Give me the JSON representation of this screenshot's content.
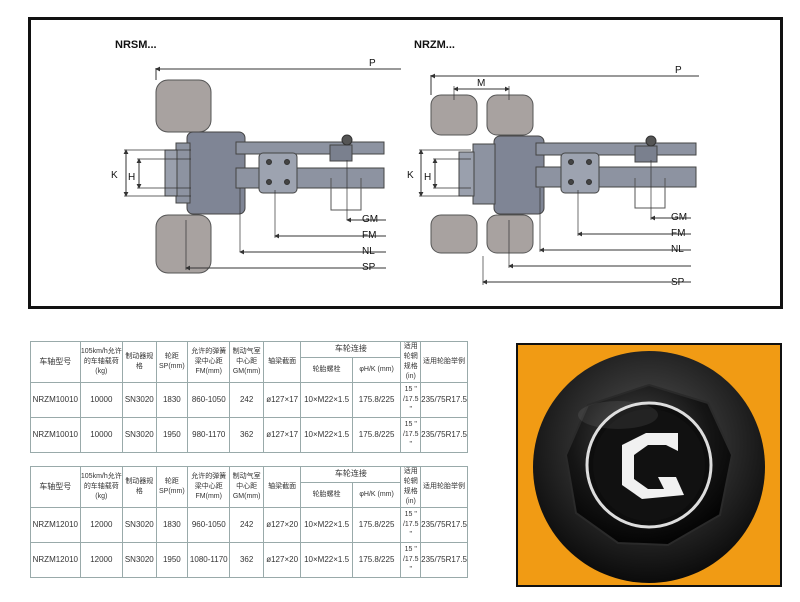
{
  "diagram": {
    "left_title": "NRSM...",
    "right_title": "NRZM...",
    "dims": {
      "P": "P",
      "M": "M",
      "K": "K",
      "H": "H",
      "GM": "GM",
      "FM": "FM",
      "NL": "NL",
      "SP": "SP"
    }
  },
  "table1": {
    "headers": {
      "model": "车轴型号",
      "load": "105km/h允许的车轴载荷(kg)",
      "brake": "制动器规格",
      "track": "轮距SP(mm)",
      "spring": "允许的弹簧梁中心距FM(mm)",
      "chamber": "制动气室中心距GM(mm)",
      "beam": "轴梁截面",
      "wheel_conn": "车轮连接",
      "bolt": "轮胎螺栓",
      "pcd": "φH/K (mm)",
      "rim": "适用轮辋规格(in)",
      "tire": "适用轮胎举例"
    },
    "rows": [
      {
        "model": "NRZM10010",
        "load": "10000",
        "brake": "SN3020",
        "track": "1830",
        "spring": "860-1050",
        "chamber": "242",
        "beam": "ø127×17",
        "bolt": "10×M22×1.5",
        "pcd": "175.8/225",
        "rim": "15 \" /17.5 \"",
        "tire": "235/75R17.5"
      },
      {
        "model": "NRZM10010",
        "load": "10000",
        "brake": "SN3020",
        "track": "1950",
        "spring": "980-1170",
        "chamber": "362",
        "beam": "ø127×17",
        "bolt": "10×M22×1.5",
        "pcd": "175.8/225",
        "rim": "15 \" /17.5 \"",
        "tire": "235/75R17.5"
      }
    ]
  },
  "table2": {
    "headers": {
      "model": "车轴型号",
      "load": "105km/h允许的车轴载荷(kg)",
      "brake": "制动器规格",
      "track": "轮距SP(mm)",
      "spring": "允许的弹簧梁中心距FM(mm)",
      "chamber": "制动气室中心距GM(mm)",
      "beam": "轴梁截面",
      "wheel_conn": "车轮连接",
      "bolt": "轮胎螺栓",
      "pcd": "φH/K (mm)",
      "rim": "适用轮辋规格(in)",
      "tire": "适用轮胎举例"
    },
    "rows": [
      {
        "model": "NRZM12010",
        "load": "12000",
        "brake": "SN3020",
        "track": "1830",
        "spring": "960-1050",
        "chamber": "242",
        "beam": "ø127×20",
        "bolt": "10×M22×1.5",
        "pcd": "175.8/225",
        "rim": "15 \" /17.5 \"",
        "tire": "235/75R17.5"
      },
      {
        "model": "NRZM12010",
        "load": "12000",
        "brake": "SN3020",
        "track": "1950",
        "spring": "1080-1170",
        "chamber": "362",
        "beam": "ø127×20",
        "bolt": "10×M22×1.5",
        "pcd": "175.8/225",
        "rim": "15 \" /17.5 \"",
        "tire": "235/75R17.5"
      }
    ]
  },
  "photo": {
    "accent": "#f19b14",
    "cap_color": "#111111",
    "icon": "brand-logo-icon"
  }
}
